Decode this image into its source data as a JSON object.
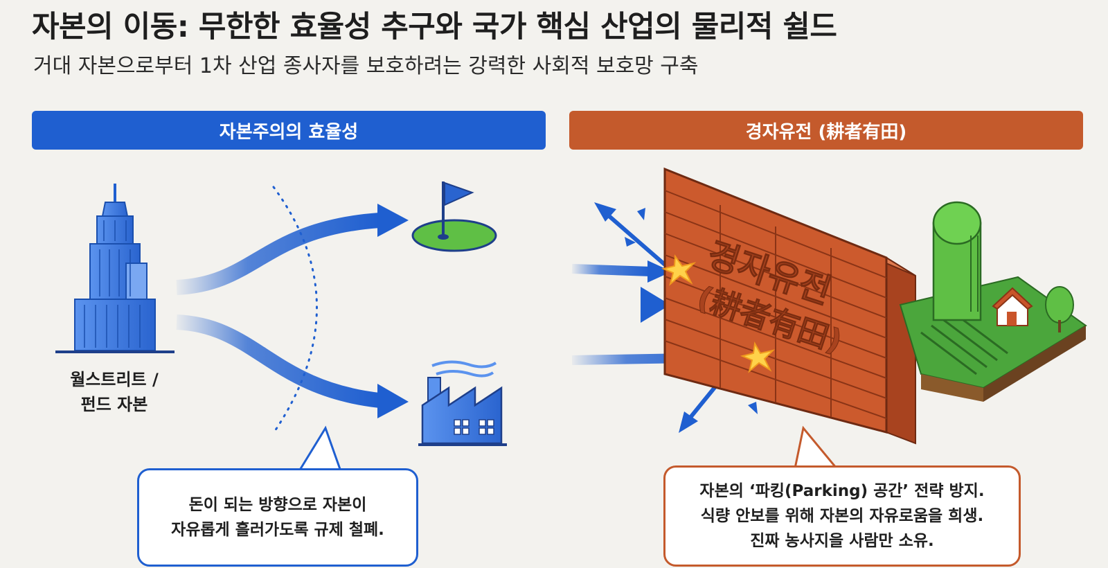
{
  "header": {
    "title": "자본의 이동: 무한한 효율성 추구와 국가 핵심 산업의 물리적 쉴드",
    "subtitle": "거대 자본으로부터 1차 산업 종사자를 보호하려는 강력한 사회적 보호망 구축"
  },
  "left_panel": {
    "banner": "자본주의의 효율성",
    "building_label_line1": "월스트리트 /",
    "building_label_line2": "펀드 자본",
    "callout_line1": "돈이 되는 방향으로 자본이",
    "callout_line2": "자유롭게 흘러가도록 규제 철폐."
  },
  "right_panel": {
    "banner": "경자유전 (耕者有田)",
    "wall_text_line1": "경자유전",
    "wall_text_line2": "(耕者有田)",
    "callout_line1": "자본의 ‘파킹(Parking) 공간’ 전략 방지.",
    "callout_line2": "식량 안보를 위해 자본의 자유로움을 희생.",
    "callout_line3": "진짜 농사지을 사람만 소유."
  },
  "colors": {
    "blue": "#1f5fd0",
    "orange": "#c45a2c",
    "brick": "#c9542a",
    "green": "#4ba63c"
  }
}
